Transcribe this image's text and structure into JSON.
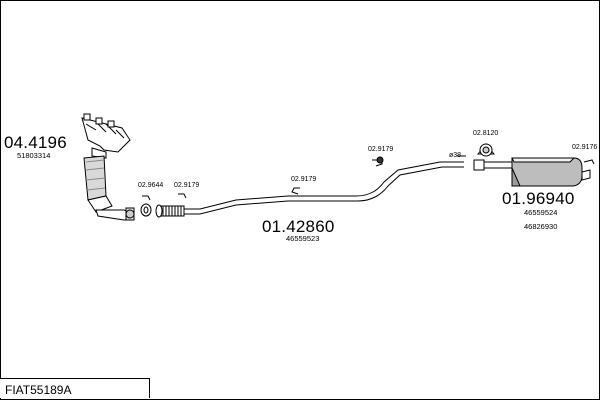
{
  "diagram": {
    "title": "FIAT55189A",
    "parts": {
      "manifold": {
        "code": "04.4196",
        "ref": "51803314"
      },
      "gasket_front": {
        "code": "02.9644"
      },
      "clamp_front": {
        "code": "02.9179"
      },
      "middle_pipe": {
        "code": "01.42860",
        "ref": "46559523"
      },
      "hanger_middle": {
        "code": "02.9179"
      },
      "hanger_rear_pipe": {
        "code": "02.9179"
      },
      "clamp_diameter": {
        "code": "ø38"
      },
      "rubber_mount": {
        "code": "02.8120"
      },
      "silencer": {
        "code": "01.96940",
        "ref": "46559524",
        "ref2": "46826930"
      },
      "hanger_tail": {
        "code": "02.9176"
      }
    },
    "colors": {
      "line": "#000000",
      "fill": "#ffffff",
      "shade": "#bdbdbd"
    }
  }
}
